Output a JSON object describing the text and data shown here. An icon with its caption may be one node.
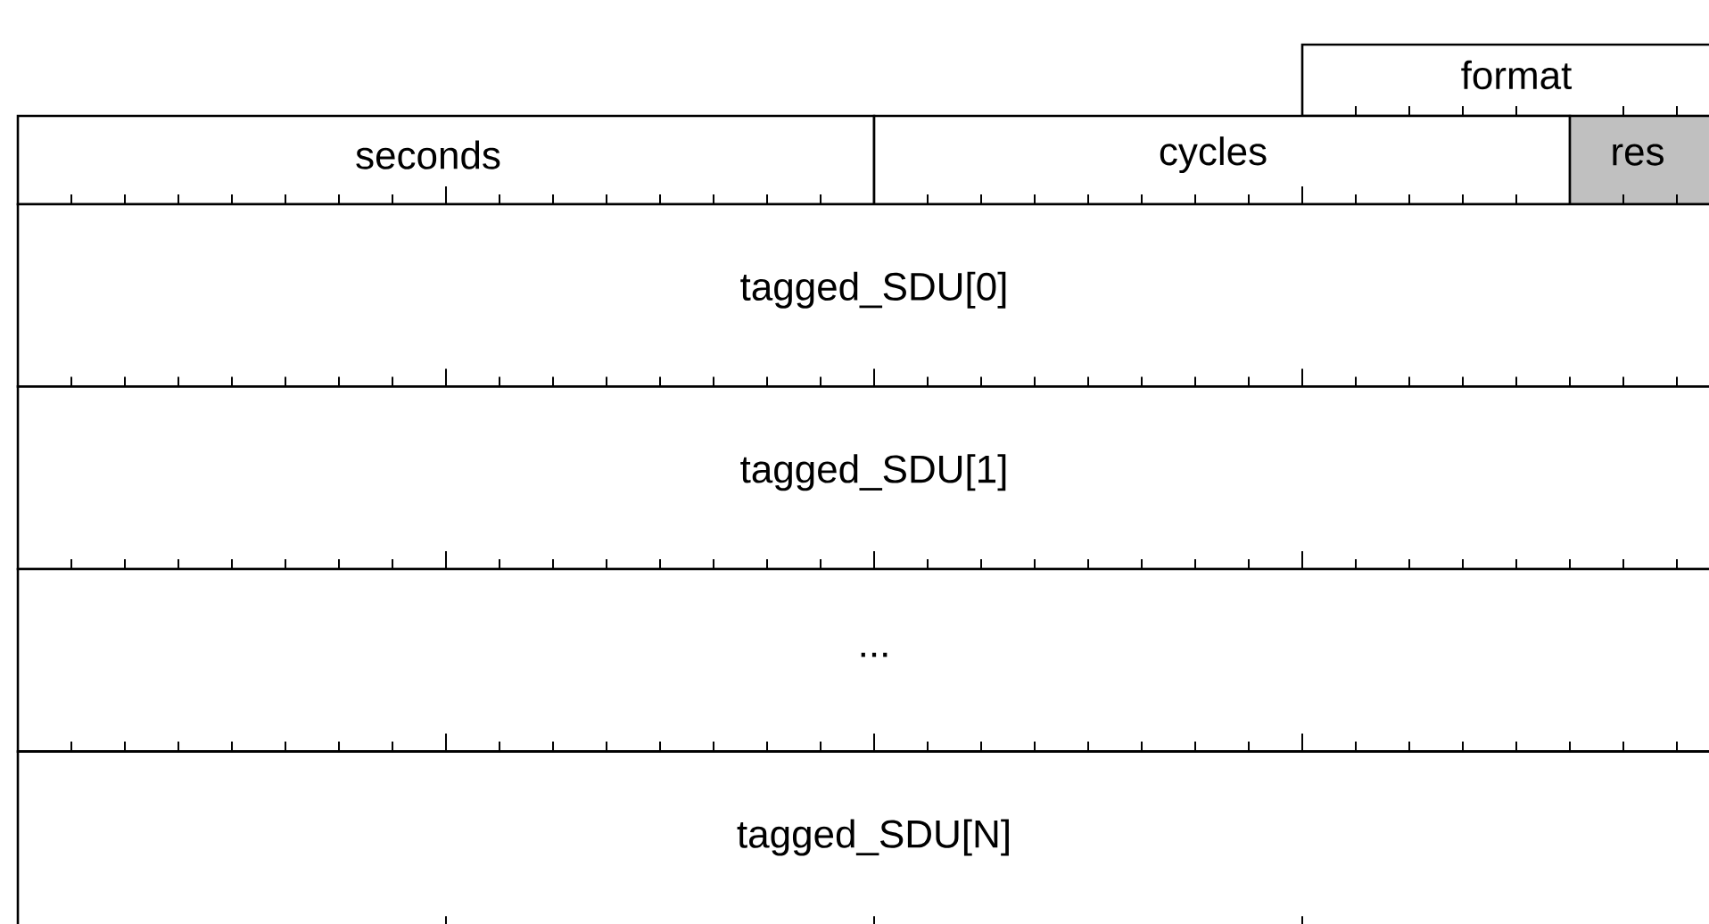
{
  "diagram": {
    "nodes": [
      {
        "text": [
          "format"
        ]
      },
      {
        "text": [
          "seconds"
        ]
      },
      {
        "text": [
          "cycles"
        ]
      },
      {
        "text": [
          "res"
        ]
      },
      {
        "text": [
          "tagged_SDU[0]"
        ]
      },
      {
        "text": [
          "tagged_SDU[1]"
        ]
      },
      {
        "text": [
          "..."
        ]
      },
      {
        "text": [
          "tagged_SDU[N]"
        ]
      }
    ]
  }
}
